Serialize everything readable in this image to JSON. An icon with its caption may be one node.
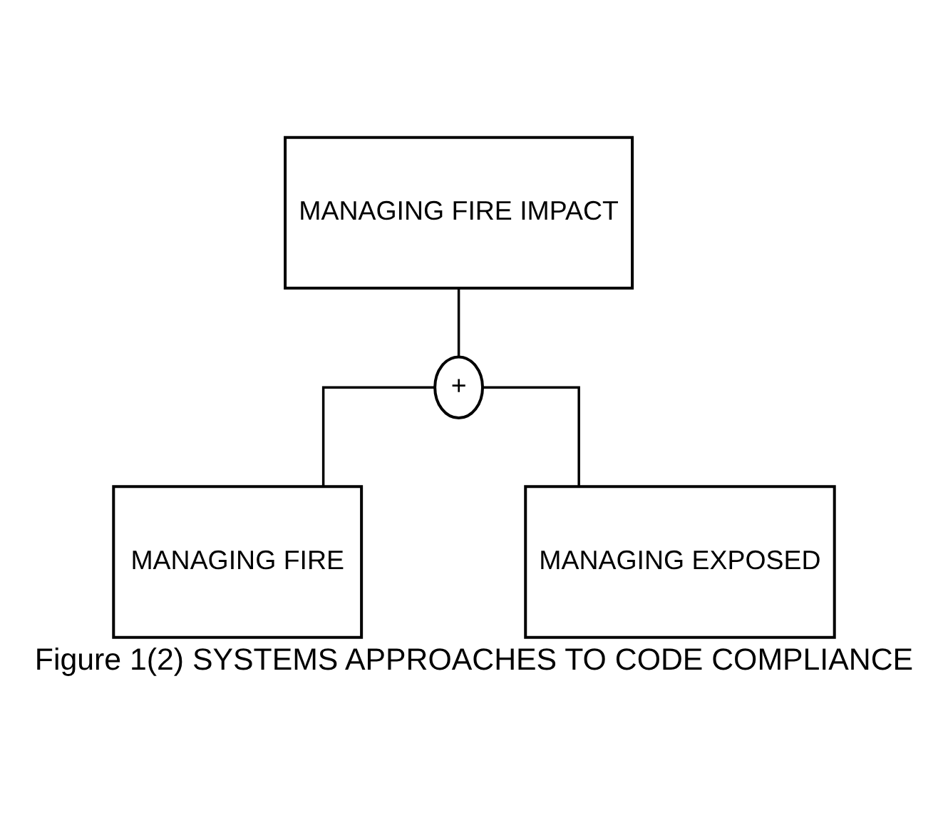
{
  "diagram": {
    "caption": "Figure 1(2) SYSTEMS APPROACHES TO CODE COMPLIANCE",
    "nodes": [
      {
        "text": [
          "MANAGING FIRE IMPACT"
        ]
      },
      {
        "text": [
          "+"
        ]
      },
      {
        "text": [
          "MANAGING FIRE"
        ]
      },
      {
        "text": [
          "MANAGING EXPOSED"
        ]
      }
    ],
    "edges": [
      {
        "from": 0,
        "to": 1,
        "arrow": "none"
      },
      {
        "from": 1,
        "to": 2,
        "arrow": "none"
      },
      {
        "from": 1,
        "to": 3,
        "arrow": "none"
      }
    ]
  }
}
